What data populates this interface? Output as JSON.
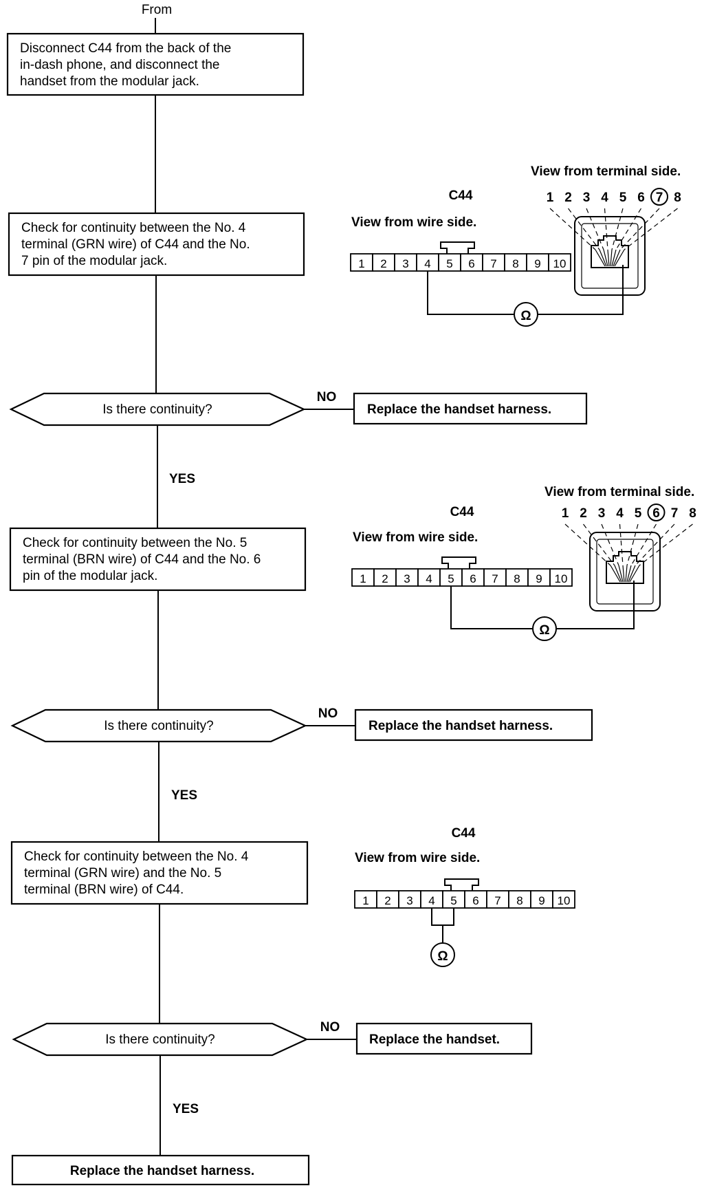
{
  "flow": {
    "from_label": "From",
    "step1": [
      "Disconnect C44 from the back of the",
      "in-dash phone, and disconnect the",
      "handset from the modular jack."
    ],
    "step2": [
      "Check for continuity between the No. 4",
      "terminal (GRN wire) of C44 and the No.",
      "7 pin of the modular jack."
    ],
    "step3": [
      "Check for continuity between the No. 5",
      "terminal (BRN wire) of C44 and the No. 6",
      "pin of the modular jack."
    ],
    "step4": [
      "Check for continuity between the No. 4",
      "terminal (GRN wire) and the No. 5",
      "terminal (BRN wire) of C44."
    ],
    "question": "Is there continuity?",
    "no": "NO",
    "yes": "YES",
    "result1": "Replace the handset harness.",
    "result2": "Replace the handset harness.",
    "result3": "Replace the handset.",
    "final": "Replace the handset harness."
  },
  "diagrams": {
    "connector_name": "C44",
    "wire_side": "View from wire side.",
    "terminal_side": "View from terminal side.",
    "connector_pins": [
      "1",
      "2",
      "3",
      "4",
      "5",
      "6",
      "7",
      "8",
      "9",
      "10"
    ],
    "jack_pins": [
      "1",
      "2",
      "3",
      "4",
      "5",
      "6",
      "7",
      "8"
    ],
    "ohm_symbol": "Ω",
    "diagram1_circled_pin": "7",
    "diagram2_circled_pin": "6"
  }
}
